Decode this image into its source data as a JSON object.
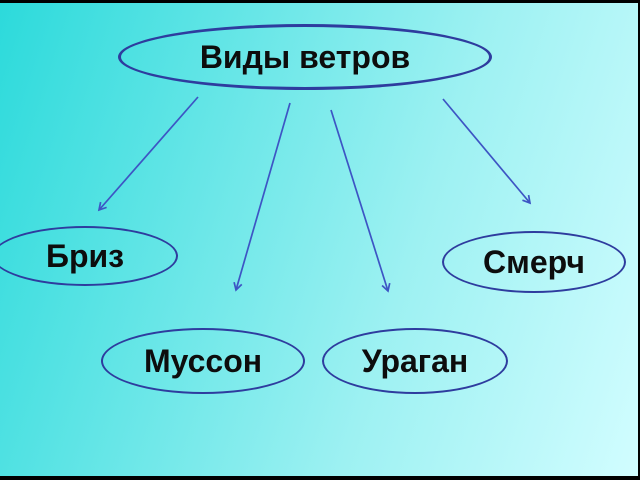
{
  "diagram": {
    "title": "Виды ветров",
    "nodes": [
      {
        "id": "briz",
        "label": "Бриз"
      },
      {
        "id": "smerch",
        "label": "Смерч"
      },
      {
        "id": "musson",
        "label": "Муссон"
      },
      {
        "id": "uragan",
        "label": "Ураган"
      }
    ],
    "edges": [
      {
        "from": "title",
        "to": "briz"
      },
      {
        "from": "title",
        "to": "musson"
      },
      {
        "from": "title",
        "to": "uragan"
      },
      {
        "from": "title",
        "to": "smerch"
      }
    ],
    "colors": {
      "bg_start": "#2cdadb",
      "bg_mid": "#9df1f2",
      "bg_end": "#d2fdff",
      "ellipse_border": "#2e3c9e",
      "edge": "#3d55c4",
      "text": "#0d0d0d",
      "frame": "#000000"
    }
  }
}
